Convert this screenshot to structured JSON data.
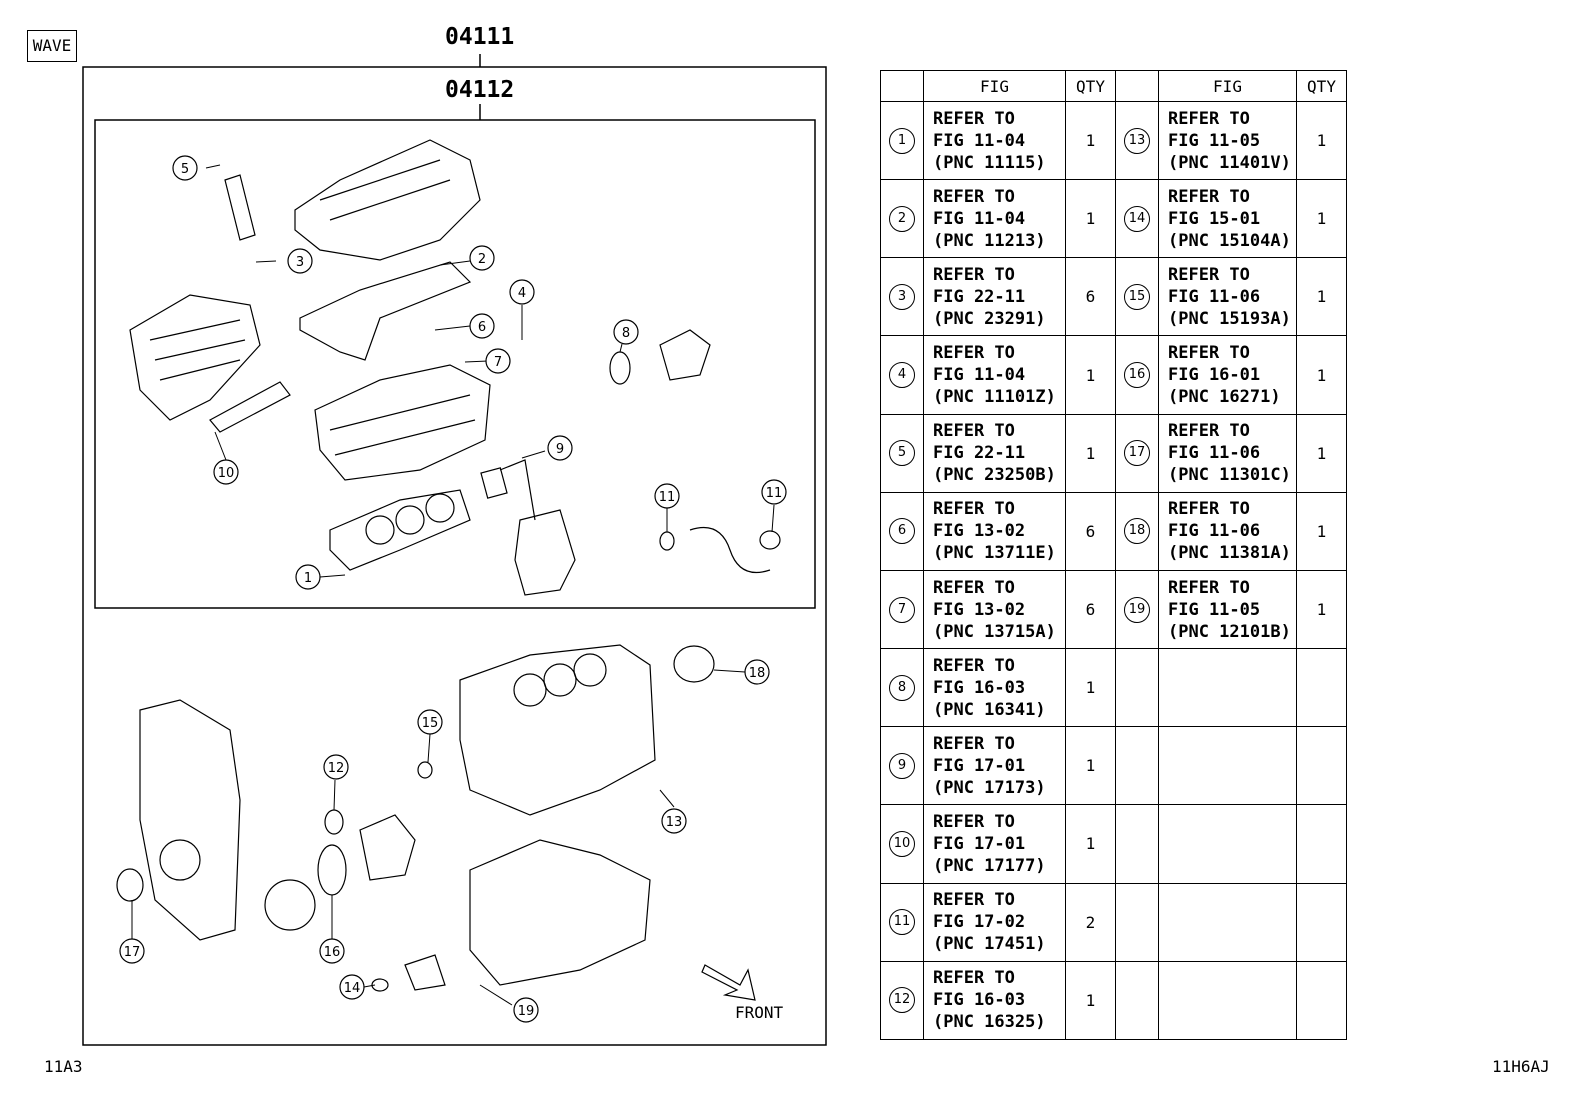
{
  "header": {
    "wave_label": "WAVE",
    "assembly_outer": "04111",
    "assembly_inner": "04112"
  },
  "footer": {
    "left_code": "11A3",
    "right_code": "11H6AJ"
  },
  "diagram": {
    "front_label": "FRONT",
    "callouts": [
      "1",
      "2",
      "3",
      "4",
      "5",
      "6",
      "7",
      "8",
      "9",
      "10",
      "11",
      "11",
      "12",
      "13",
      "14",
      "15",
      "16",
      "17",
      "18",
      "19"
    ]
  },
  "table": {
    "headers": {
      "fig": "FIG",
      "qty": "QTY"
    },
    "left": [
      {
        "num": "1",
        "ref": "REFER TO\nFIG 11-04\n(PNC 11115)",
        "qty": "1"
      },
      {
        "num": "2",
        "ref": "REFER TO\nFIG 11-04\n(PNC 11213)",
        "qty": "1"
      },
      {
        "num": "3",
        "ref": "REFER TO\nFIG 22-11\n(PNC 23291)",
        "qty": "6"
      },
      {
        "num": "4",
        "ref": "REFER TO\nFIG 11-04\n(PNC 11101Z)",
        "qty": "1"
      },
      {
        "num": "5",
        "ref": "REFER TO\nFIG 22-11\n(PNC 23250B)",
        "qty": "1"
      },
      {
        "num": "6",
        "ref": "REFER TO\nFIG 13-02\n(PNC 13711E)",
        "qty": "6"
      },
      {
        "num": "7",
        "ref": "REFER TO\nFIG 13-02\n(PNC 13715A)",
        "qty": "6"
      },
      {
        "num": "8",
        "ref": "REFER TO\nFIG 16-03\n(PNC 16341)",
        "qty": "1"
      },
      {
        "num": "9",
        "ref": "REFER TO\nFIG 17-01\n(PNC 17173)",
        "qty": "1"
      },
      {
        "num": "10",
        "ref": "REFER TO\nFIG 17-01\n(PNC 17177)",
        "qty": "1"
      },
      {
        "num": "11",
        "ref": "REFER TO\nFIG 17-02\n(PNC 17451)",
        "qty": "2"
      },
      {
        "num": "12",
        "ref": "REFER TO\nFIG 16-03\n(PNC 16325)",
        "qty": "1"
      }
    ],
    "right": [
      {
        "num": "13",
        "ref": "REFER TO\nFIG 11-05\n(PNC 11401V)",
        "qty": "1"
      },
      {
        "num": "14",
        "ref": "REFER TO\nFIG 15-01\n(PNC 15104A)",
        "qty": "1"
      },
      {
        "num": "15",
        "ref": "REFER TO\nFIG 11-06\n(PNC 15193A)",
        "qty": "1"
      },
      {
        "num": "16",
        "ref": "REFER TO\nFIG 16-01\n(PNC 16271)",
        "qty": "1"
      },
      {
        "num": "17",
        "ref": "REFER TO\nFIG 11-06\n(PNC 11301C)",
        "qty": "1"
      },
      {
        "num": "18",
        "ref": "REFER TO\nFIG 11-06\n(PNC 11381A)",
        "qty": "1"
      },
      {
        "num": "19",
        "ref": "REFER TO\nFIG 11-05\n(PNC 12101B)",
        "qty": "1"
      },
      {
        "num": "",
        "ref": "",
        "qty": ""
      },
      {
        "num": "",
        "ref": "",
        "qty": ""
      },
      {
        "num": "",
        "ref": "",
        "qty": ""
      },
      {
        "num": "",
        "ref": "",
        "qty": ""
      },
      {
        "num": "",
        "ref": "",
        "qty": ""
      }
    ]
  }
}
